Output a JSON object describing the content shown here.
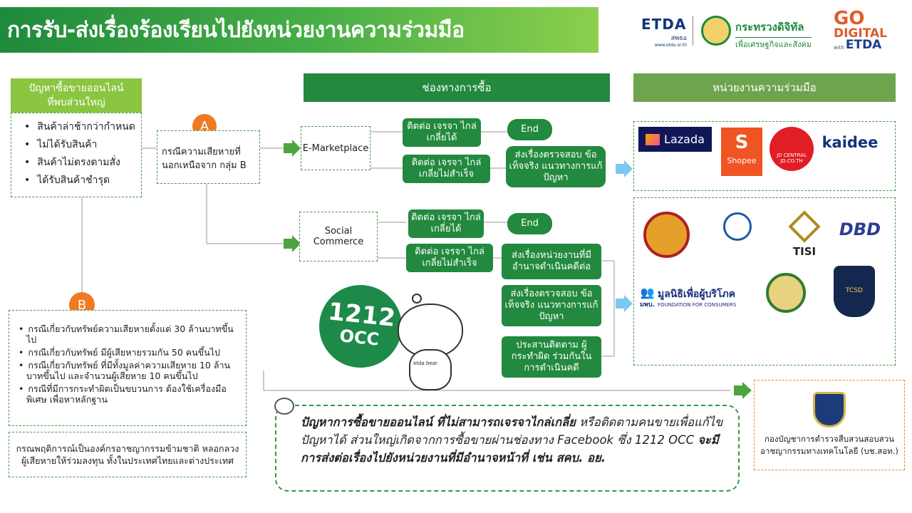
{
  "title": "การรับ-ส่งเรื่องร้องเรียนไปยังหน่วยงานความร่วมมือ",
  "brand": {
    "etda": "ETDA",
    "etda_th": "สพธอ",
    "etda_url": "www.etda.or.th",
    "ministry": "กระทรวงดิจิทัล",
    "ministry_sub": "เพื่อเศรษฐกิจและสังคม",
    "go": "GO",
    "digital": "DIGITAL",
    "with": "with",
    "etda2": "ETDA"
  },
  "headers": {
    "channels": "ช่องทางการซื้อ",
    "partners": "หน่วยงานความร่วมมือ"
  },
  "problems": {
    "title_line1": "ปัญหาซื้อขายออนไลน์",
    "title_line2": "ที่พบส่วนใหญ่",
    "items": [
      "สินค้าล่าช้ากว่ากำหนด",
      "ไม่ได้รับสินค้า",
      "สินค้าไม่ตรงตามสั่ง",
      "ได้รับสินค้าชำรุด"
    ]
  },
  "case_a": {
    "badge": "A",
    "line1": "กรณีความเสียหายที่",
    "line2": "นอกเหนือจาก กลุ่ม B"
  },
  "case_b": {
    "badge": "B",
    "items": [
      "กรณีเกี่ยวกับทรัพย์ความเสียหายตั้งแต่ 30 ล้านบาทขึ้นไป",
      "กรณีเกี่ยวกับทรัพย์ มีผู้เสียหายรวมกัน 50 คนขึ้นไป",
      "กรณีเกี่ยวกับทรัพย์ ที่มีทั้งมูลค่าความเสียหาย 10 ล้านบาทขึ้นไป และจำนวนผู้เสียหาย 10 คนขึ้นไป",
      "กรณีที่มีการกระทำผิดเป็นขบวนการ ต้องใช้เครื่องมือพิเศษ เพื่อหาหลักฐาน"
    ],
    "transnational": "กรณพฤติการณ์เป็นองค์กรอาชญากรรมข้ามชาติ หลอกลวงผู้เสียหายให้ร่วมลงทุน ทั้งในประเทศไทยและต่างประเทศ"
  },
  "emarket": {
    "label": "E-Marketplace",
    "ok": "ติดต่อ เจรจา ไกล่เกลี่ยได้",
    "fail": "ติดต่อ เจรจา ไกล่เกลี่ยไม่สำเร็จ",
    "end": "End",
    "forward": "ส่งเรื่องตรวจสอบ ข้อเท็จจริง แนวทางการแก้ปัญหา"
  },
  "social": {
    "label": "Social Commerce",
    "ok": "ติดต่อ เจรจา ไกล่เกลี่ยได้",
    "fail": "ติดต่อ เจรจา ไกล่เกลี่ยไม่สำเร็จ",
    "end": "End",
    "act1": "ส่งเรื่องหน่วยงานที่มีอำนาจดำเนินคดีต่อ",
    "act2": "ส่งเรื่องตรวจสอบ ข้อเท็จจริง แนวทางการแก้ปัญหา",
    "act3": "ประสานติดตาม ผู้กระทำผิด ร่วมกันในการดำเนินคดี"
  },
  "marketplaces": {
    "lazada": "Lazada",
    "shopee": "Shopee",
    "jd": "JD CENTRAL",
    "jd_url": "JD.CO.TH",
    "kaidee": "kaidee"
  },
  "agencies": {
    "tisi": "TISI",
    "dbd": "DBD",
    "ffc_th": "มูลนิธิเพื่อผู้บริโภค",
    "ffc_en": "FOUNDATION FOR CONSUMERS",
    "ffc_short": "มพบ.",
    "tcsd": "TCSD"
  },
  "occ": {
    "num": "1212",
    "word": "OCC",
    "bear": "etda bear"
  },
  "note": {
    "bold1": "ปัญหาการซื้อขายออนไลน์ ที่ไม่สามารถเจรจาไกล่เกลี่ย",
    "normal": " หรือติดตามคนขายเพื่อแก้ไขปัญหาได้ ส่วนใหญ่เกิดจากการซื้อขายผ่านช่องทาง Facebook ซึ่ง 1212 OCC ",
    "bold2": "จะมีการส่งต่อเรื่องไปยังหน่วยงานที่มีอำนาจหน้าที่ เช่น สคบ. อย."
  },
  "police": {
    "text": "กองบัญชาการตำรวจสืบสวนสอบสวนอาชญากรรมทางเทคโนโลยี (บช.สอท.)"
  },
  "colors": {
    "dark_green": "#22893e",
    "light_green": "#6fa44f",
    "orange": "#ef7a22",
    "arrow_green": "#4da43c",
    "arrow_blue": "#7cc8ef"
  }
}
